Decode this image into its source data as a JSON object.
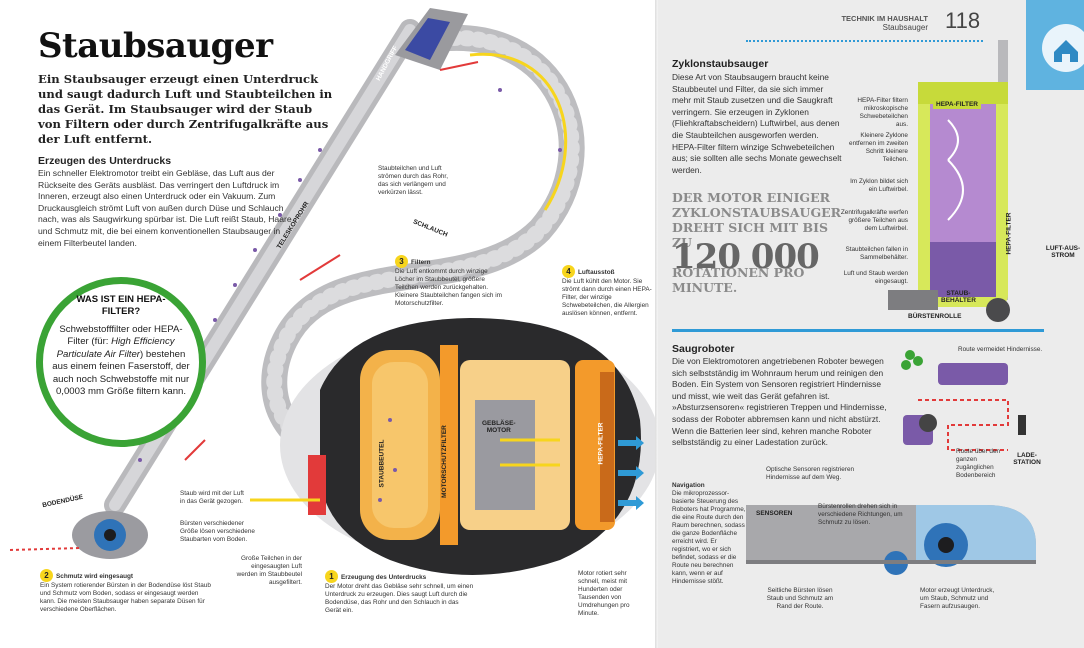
{
  "colors": {
    "accent_green": "#3aa335",
    "accent_yellow": "#f7d51d",
    "purple": "#7a5aa8",
    "orange": "#f39a2b",
    "blue_air": "#2f9ad6",
    "right_bg": "#ececec",
    "hose_gray": "#c9c9cb"
  },
  "left": {
    "title": "Staubsauger",
    "lead": "Ein Staubsauger erzeugt einen Unterdruck und saugt dadurch Luft und Staubteilchen in das Gerät. Im Staubsauger wird der Staub von Filtern oder durch Zentrifugalkräfte aus der Luft entfernt.",
    "section_heading": "Erzeugen des Unterdrucks",
    "section_body": "Ein schneller Elektromotor treibt ein Gebläse, das Luft aus der Rückseite des Geräts ausbläst. Das verringert den Luftdruck im Inneren, erzeugt also einen Unterdruck oder ein Vakuum. Zum Druckausgleich strömt Luft von außen durch Düse und Schlauch nach, was als Saugwirkung spürbar ist. Die Luft reißt Staub, Haare und Schmutz mit, die bei einem konventionellen Staubsauger in einem Filterbeutel landen.",
    "hepa_box": {
      "title": "WAS IST EIN HEPA-FILTER?",
      "text_1": "Schwebstofffilter oder HEPA-Filter (für:",
      "text_italic": "High Efficiency Particulate Air Filter",
      "text_2": ") bestehen aus einem feinen Faserstoff, der auch noch Schwebstoffe mit nur 0,0003 mm Größe filtern kann."
    },
    "part_labels": {
      "handgriff": "HANDGRIFF",
      "teleskoprohr": "TELESKOPROHR",
      "schlauch": "SCHLAUCH",
      "bodenduese": "BODENDÜSE",
      "staubbeutel": "STAUBBEUTEL",
      "motorschutzfilter": "MOTORSCHUTZFILTER",
      "geblaese": "GEBLÄSE-",
      "motor": "MOTOR",
      "hepa_filter": "HEPA-FILTER"
    },
    "annotations": {
      "rohr": "Staubteilchen und Luft strömen durch das Rohr, das sich verlängern und verkürzen lässt.",
      "duese_staub": "Staub wird mit der Luft in das Gerät gezogen.",
      "buersten": "Bürsten verschiedener Größe lösen verschiedene Staubarten vom Boden.",
      "grosse_teilchen": "Große Teilchen in der eingesaugten Luft werden im Staubbeutel ausgefiltert.",
      "motor_rotiert": "Motor rotiert sehr schnell, meist mit Hunderten oder Tausenden von Umdrehungen pro Minute."
    },
    "steps": [
      {
        "num": "1",
        "title": "Erzeugung des Unterdrucks",
        "text": "Der Motor dreht das Gebläse sehr schnell, um einen Unterdruck zu erzeugen. Dies saugt Luft durch die Bodendüse, das Rohr und den Schlauch in das Gerät ein."
      },
      {
        "num": "2",
        "title": "Schmutz wird eingesaugt",
        "text": "Ein System rotierender Bürsten in der Bodendüse löst Staub und Schmutz vom Boden, sodass er eingesaugt werden kann. Die meisten Staubsauger haben separate Düsen für verschiedene Oberflächen."
      },
      {
        "num": "3",
        "title": "Filtern",
        "text": "Die Luft entkommt durch winzige Löcher im Staubbeutel, größere Teilchen werden zurückgehalten. Kleinere Staubteilchen fangen sich im Motorschutzfilter."
      },
      {
        "num": "4",
        "title": "Luftausstoß",
        "text": "Die Luft kühlt den Motor. Sie strömt dann durch einen HEPA-Filter, der winzige Schwebeteilchen, die Allergien auslösen können, entfernt."
      }
    ]
  },
  "right": {
    "header_category": "TECHNIK IM HAUSHALT",
    "header_sub": "Staubsauger",
    "page_number": "118",
    "zyklon_heading": "Zyklonstaubsauger",
    "zyklon_body": "Diese Art von Staubsaugern braucht keine Staubbeutel und Filter, da sie sich immer mehr mit Staub zusetzen und die Saugkraft verringern. Sie erzeugen in Zyklonen (Fliehkraftabscheidern) Luftwirbel, aus denen die Staubteilchen ausgeworfen werden. HEPA-Filter filtern winzige Schwebeteilchen aus; sie sollten alle sechs Monate gewechselt werden.",
    "quote_top": "DER MOTOR EINIGER ZYKLONSTAUBSAUGER DREHT SICH MIT BIS ZU",
    "quote_number": "120 000",
    "quote_bottom": "ROTATIONEN PRO MINUTE.",
    "zyklon_labels": {
      "hepa_filter": "HEPA-FILTER",
      "hepa_filter_v": "HEPA-FILTER",
      "luftausstrom": "LUFT-AUS-STROM",
      "staubbehaelter_1": "STAUB-",
      "staubbehaelter_2": "BEHÄLTER",
      "buerstenrolle": "BÜRSTENROLLE"
    },
    "zyklon_notes": [
      "HEPA-Filter filtern mikroskopische Schwebeteilchen aus.",
      "Kleinere Zyklone entfernen im zweiten Schritt kleinere Teilchen.",
      "Im Zyklon bildet sich ein Luftwirbel.",
      "Zentrifugalkräfte werfen größere Teilchen aus dem Luftwirbel.",
      "Staubteilchen fallen in Sammelbehälter.",
      "Luft und Staub werden eingesaugt."
    ],
    "robot_heading": "Saugroboter",
    "robot_body": "Die von Elektromotoren angetriebenen Roboter bewegen sich selbstständig im Wohnraum herum und reinigen den Boden. Ein System von Sensoren registriert Hindernisse und misst, wie weit das Gerät gefahren ist. »Absturzsensoren« registrieren Treppen und Hindernisse, sodass der Roboter abbremsen kann und nicht abstürzt. Wenn die Batterien leer sind, kehren manche Roboter selbstständig zu einer Ladestation zurück.",
    "route_note": "Route vermeidet Hindernisse.",
    "route_all": "Route über den ganzen zugänglichen Bodenbereich",
    "ladestation": "LADE-STATION",
    "navigation_title": "Navigation",
    "navigation_text": "Die mikroprozessor-basierte Steuerung des Roboters hat Programme, die eine Route durch den Raum berechnen, sodass die ganze Bodenfläche erreicht wird. Er registriert, wo er sich befindet, sodass er die Route neu berechnen kann, wenn er auf Hindernisse stößt.",
    "robot_notes": {
      "optisch": "Optische Sensoren registrieren Hindernisse auf dem Weg.",
      "sensoren": "SENSOREN",
      "buerstenrollen": "Bürstenrollen drehen sich in verschiedene Richtungen, um Schmutz zu lösen.",
      "seitlich": "Seitliche Bürsten lösen Staub und Schmutz am Rand der Route.",
      "motor": "Motor erzeugt Unterdruck, um Staub, Schmutz und Fasern aufzusaugen."
    }
  }
}
